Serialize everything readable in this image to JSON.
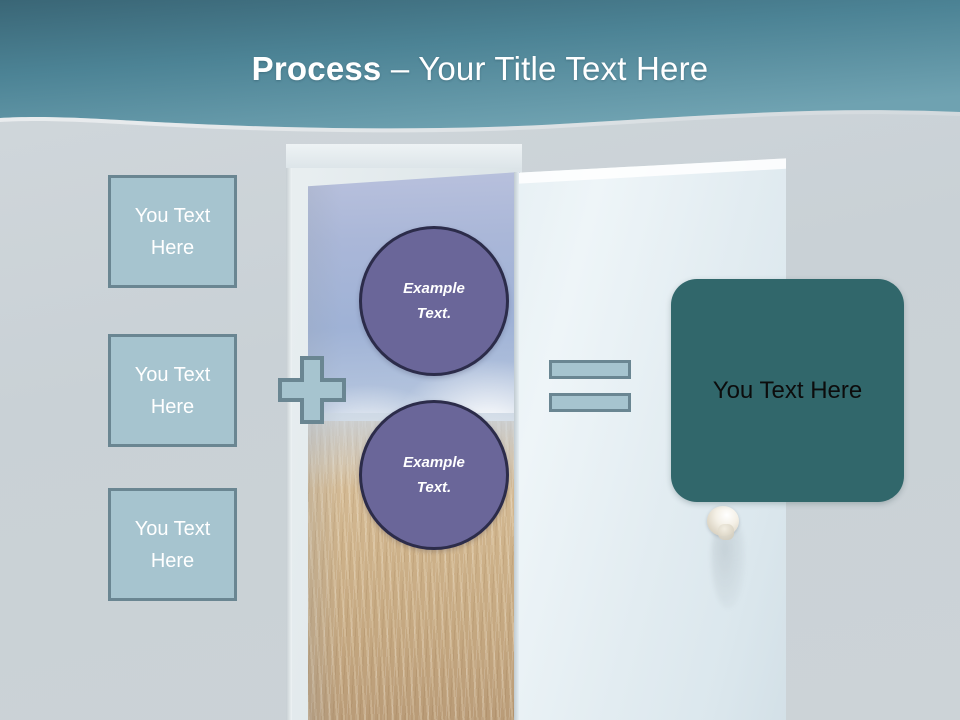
{
  "slide": {
    "title_strong": "Process",
    "title_separator": " – ",
    "title_light": "Your Title Text Here",
    "title_full": "Process – Your Title Text Here"
  },
  "theme": {
    "header_dark_teal": "#3b6878",
    "header_light_teal": "#6a9dae",
    "body_background": "#ccd3d7",
    "box_fill": "#a6c4cf",
    "box_border": "#6a8692",
    "circle_fill": "#6a6699",
    "circle_border": "#2c2c4a",
    "result_fill": "#31676b",
    "text_white": "#ffffff",
    "text_black": "#0c0c0c"
  },
  "inputs": {
    "boxes": [
      {
        "label": "You Text\nHere",
        "line1": "You Text",
        "line2": "Here"
      },
      {
        "label": "You Text\nHere",
        "line1": "You Text",
        "line2": "Here"
      },
      {
        "label": "You Text\nHere",
        "line1": "You Text",
        "line2": "Here"
      }
    ]
  },
  "operators": {
    "plus": {
      "name": "plus-sign",
      "symbol": "+"
    },
    "equals": {
      "name": "equals-sign",
      "symbol": "=",
      "bar_count": 2
    }
  },
  "door": {
    "knob_label": "door-knob",
    "opening_image": "wheat-field-under-sky",
    "sky_caption": "sky",
    "field_caption": "wheat field"
  },
  "circles": [
    {
      "line1": "Example",
      "line2": "Text.",
      "label": "Example Text."
    },
    {
      "line1": "Example",
      "line2": "Text.",
      "label": "Example Text."
    }
  ],
  "result": {
    "label": "You Text Here"
  }
}
